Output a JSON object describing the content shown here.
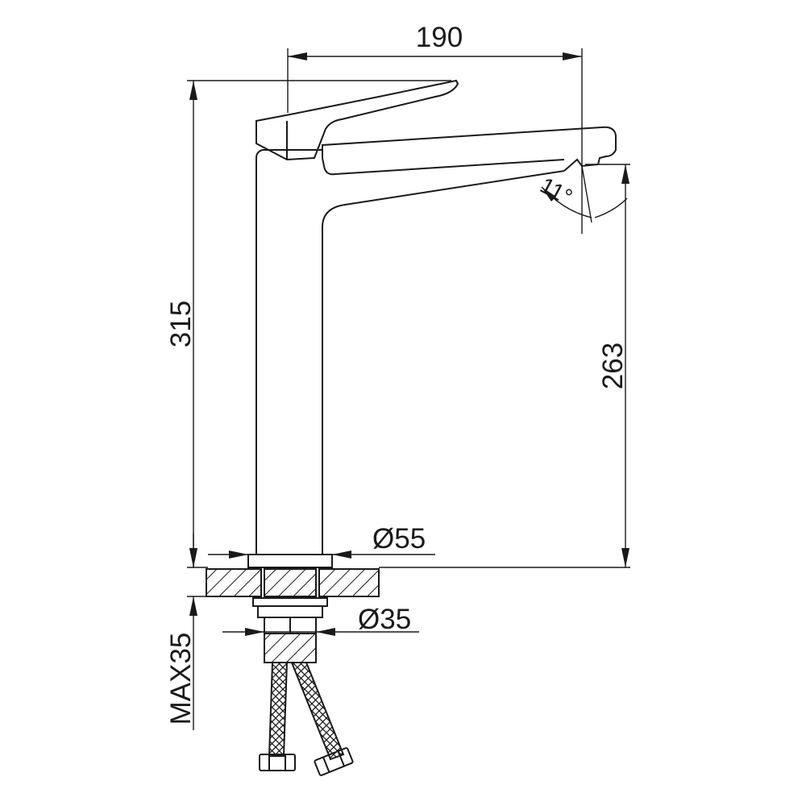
{
  "dimensions": {
    "spout_reach": "190",
    "total_height": "315",
    "spout_height": "263",
    "spout_angle": "11°",
    "body_diameter": "Ø55",
    "shank_diameter": "Ø35",
    "max_counter_thickness": "MAX35"
  },
  "colors": {
    "line": "#1a1a1a",
    "background": "#ffffff"
  }
}
